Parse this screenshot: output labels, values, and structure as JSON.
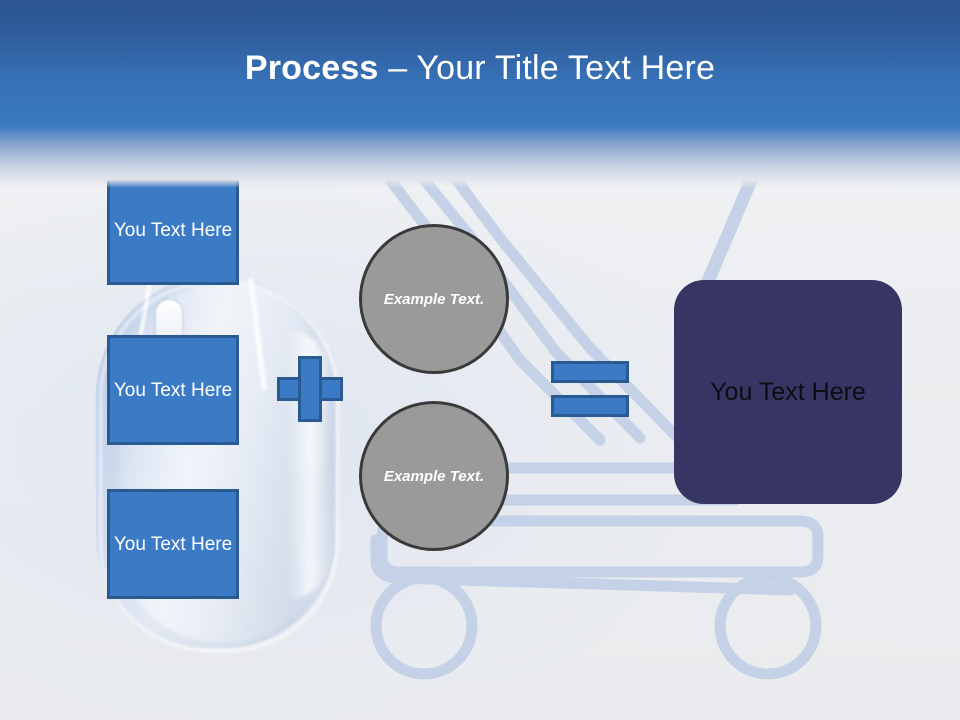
{
  "slide": {
    "title": {
      "bold_part": "Process",
      "regular_part": " – Your Title Text Here"
    },
    "background": {
      "description": "computer-mouse-and-shopping-cart-photo"
    }
  },
  "inputs": [
    {
      "label": "You Text Here"
    },
    {
      "label": "You Text Here"
    },
    {
      "label": "You Text Here"
    }
  ],
  "operators": {
    "plus": "+",
    "equals": "="
  },
  "middle_nodes": [
    {
      "label": "Example Text."
    },
    {
      "label": "Example Text."
    }
  ],
  "result": {
    "label": "You Text Here"
  },
  "colors": {
    "header_top": "#2b5490",
    "header_bottom": "#3a79c1",
    "accent_blue": "#3b7ac4",
    "accent_blue_border": "#2a5a92",
    "node_gray": "#9a9a9a",
    "node_gray_border": "#3a3a3a",
    "result_navy": "#373564",
    "slide_background": "#eceef1"
  }
}
